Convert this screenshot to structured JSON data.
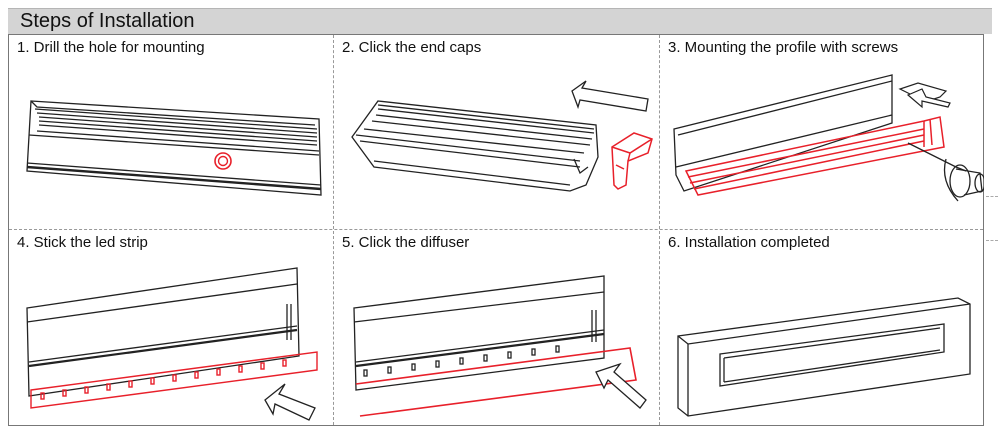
{
  "header": {
    "title": "Steps of Installation"
  },
  "steps": [
    {
      "label": "1. Drill the hole for mounting"
    },
    {
      "label": "2. Click the end caps"
    },
    {
      "label": "3. Mounting the profile with screws"
    },
    {
      "label": "4. Stick the led strip"
    },
    {
      "label": "5. Click the diffuser"
    },
    {
      "label": "6. Installation completed"
    }
  ],
  "colors": {
    "highlight": "#e8202a",
    "line": "#222222",
    "header_bg": "#d4d4d4"
  }
}
